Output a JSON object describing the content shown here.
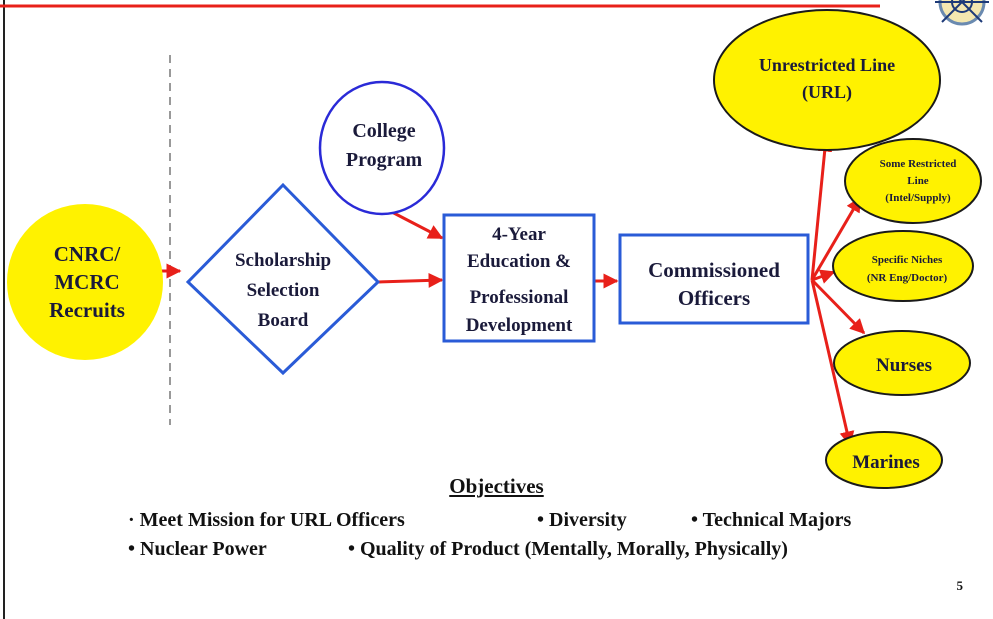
{
  "nodes": {
    "recruits": [
      "CNRC/",
      "MCRC",
      "Recruits"
    ],
    "scholarship": [
      "Scholarship",
      "Selection",
      "Board"
    ],
    "college": [
      "College",
      "Program"
    ],
    "education": [
      "4-Year",
      "Education &",
      "Professional",
      "Development"
    ],
    "commissioned": [
      "Commissioned",
      "Officers"
    ],
    "url": [
      "Unrestricted Line",
      "(URL)"
    ],
    "restricted": [
      "Some Restricted",
      "Line",
      "(Intel/Supply)"
    ],
    "niches": [
      "Specific Niches",
      "(NR Eng/Doctor)"
    ],
    "nurses": [
      "Nurses"
    ],
    "marines": [
      "Marines"
    ]
  },
  "objectives": {
    "title": "Objectives",
    "row1": [
      "· Meet Mission for URL Officers",
      "• Diversity",
      "• Technical Majors"
    ],
    "row2": [
      "• Nuclear Power",
      "• Quality of Product (Mentally, Morally, Physically)"
    ]
  },
  "page_number": "5",
  "colors": {
    "accent_red": "#e8201a",
    "box_blue": "#2a5bd7",
    "ellipse_fill": "#fff200"
  }
}
